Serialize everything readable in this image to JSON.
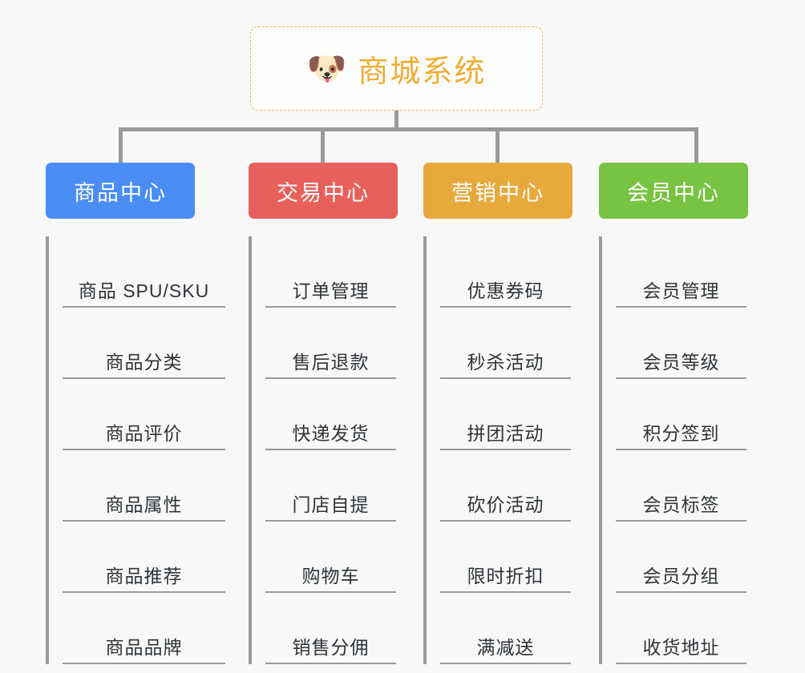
{
  "root": {
    "icon": "dog-face-emoji",
    "icon_glyph": "🐶",
    "title": "商城系统",
    "border_color": "#e8b563",
    "text_color": "#f0ad33",
    "background": "#fdfdfc"
  },
  "canvas": {
    "background": "#f8f8f8",
    "connector_color": "#9a9a9a"
  },
  "categories": [
    {
      "label": "商品中心",
      "color": "#4a8ef5",
      "items": [
        {
          "label": "商品 SPU/SKU"
        },
        {
          "label": "商品分类"
        },
        {
          "label": "商品评价"
        },
        {
          "label": "商品属性"
        },
        {
          "label": "商品推荐"
        },
        {
          "label": "商品品牌"
        }
      ]
    },
    {
      "label": "交易中心",
      "color": "#e8605c",
      "items": [
        {
          "label": "订单管理"
        },
        {
          "label": "售后退款"
        },
        {
          "label": "快递发货"
        },
        {
          "label": "门店自提"
        },
        {
          "label": "购物车"
        },
        {
          "label": "销售分佣"
        }
      ]
    },
    {
      "label": "营销中心",
      "color": "#e8a93c",
      "items": [
        {
          "label": "优惠券码"
        },
        {
          "label": "秒杀活动"
        },
        {
          "label": "拼团活动"
        },
        {
          "label": "砍价活动"
        },
        {
          "label": "限时折扣"
        },
        {
          "label": "满减送"
        }
      ]
    },
    {
      "label": "会员中心",
      "color": "#78c341",
      "items": [
        {
          "label": "会员管理"
        },
        {
          "label": "会员等级"
        },
        {
          "label": "积分签到"
        },
        {
          "label": "会员标签"
        },
        {
          "label": "会员分组"
        },
        {
          "label": "收货地址"
        }
      ]
    }
  ]
}
